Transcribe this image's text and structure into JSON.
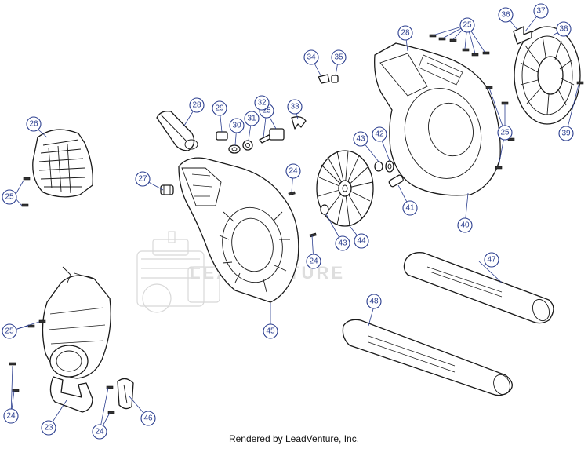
{
  "watermark": "LEADVENTURE",
  "footer_text": "Rendered by LeadVenture, Inc.",
  "callouts": [
    "23",
    "24",
    "25",
    "26",
    "27",
    "28",
    "29",
    "30",
    "31",
    "32",
    "33",
    "34",
    "35",
    "36",
    "37",
    "38",
    "39",
    "40",
    "41",
    "42",
    "43",
    "44",
    "45",
    "46",
    "47",
    "48"
  ],
  "colors": {
    "callout": "#2b3e8f",
    "line": "#1a1a1a",
    "watermark": "#dedede"
  }
}
